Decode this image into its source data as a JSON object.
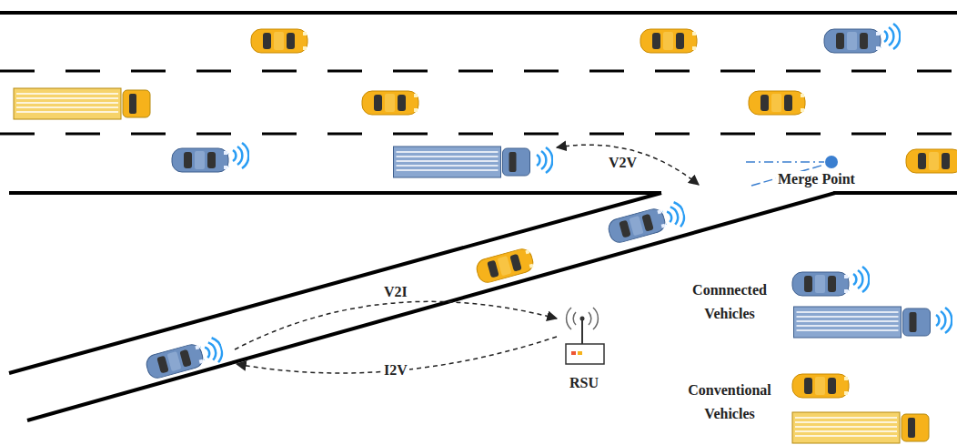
{
  "diagram": {
    "labels": [
      "V2V",
      "Merge Point",
      "V2I",
      "I2V",
      "RSU"
    ],
    "legend": [
      {
        "text": "Connnected Vehicles"
      },
      {
        "text": "Conventional Vehicles"
      }
    ]
  }
}
